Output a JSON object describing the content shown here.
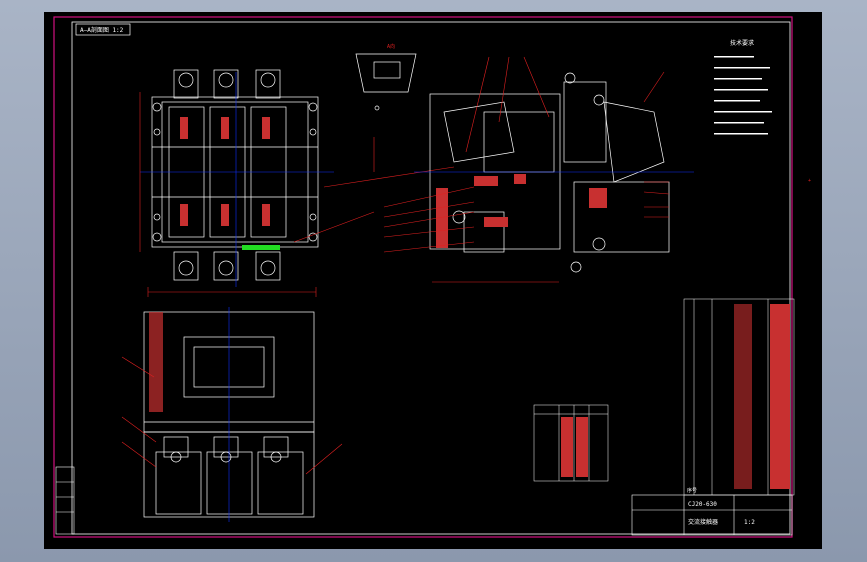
{
  "drawing": {
    "title_block_top": "A—A剖面图 1:2",
    "technical_requirements_title": "技术要求",
    "parts_list_title": "序号",
    "title_block_name": "交流接触器",
    "title_block_code": "CJ20-630",
    "scale": "1:2"
  },
  "colors": {
    "background": "#000000",
    "frame": "#d01080",
    "lines": "#ffffff",
    "dim": "#e02020",
    "accent_green": "#22dd22",
    "accent_blue": "#1030ff"
  }
}
